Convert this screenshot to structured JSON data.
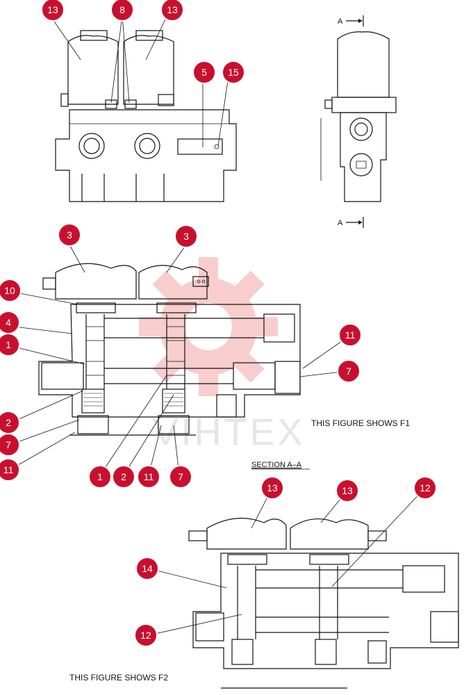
{
  "section_marker": "A",
  "section_title": "SECTION  A–A",
  "figure_f1_caption": "THIS FIGURE SHOWS  F1",
  "figure_f2_caption": "THIS FIGURE SHOWS  F2",
  "watermark_text": "VIHTEX",
  "colors": {
    "callout": "#c8102e",
    "watermark": "#f3a6a6",
    "line": "#111111"
  },
  "callouts": [
    "13",
    "13",
    "8",
    "5",
    "15",
    "3",
    "3",
    "10",
    "4",
    "1",
    "11",
    "7",
    "2",
    "7",
    "11",
    "1",
    "2",
    "11",
    "7",
    "13",
    "13",
    "12",
    "14",
    "12"
  ]
}
